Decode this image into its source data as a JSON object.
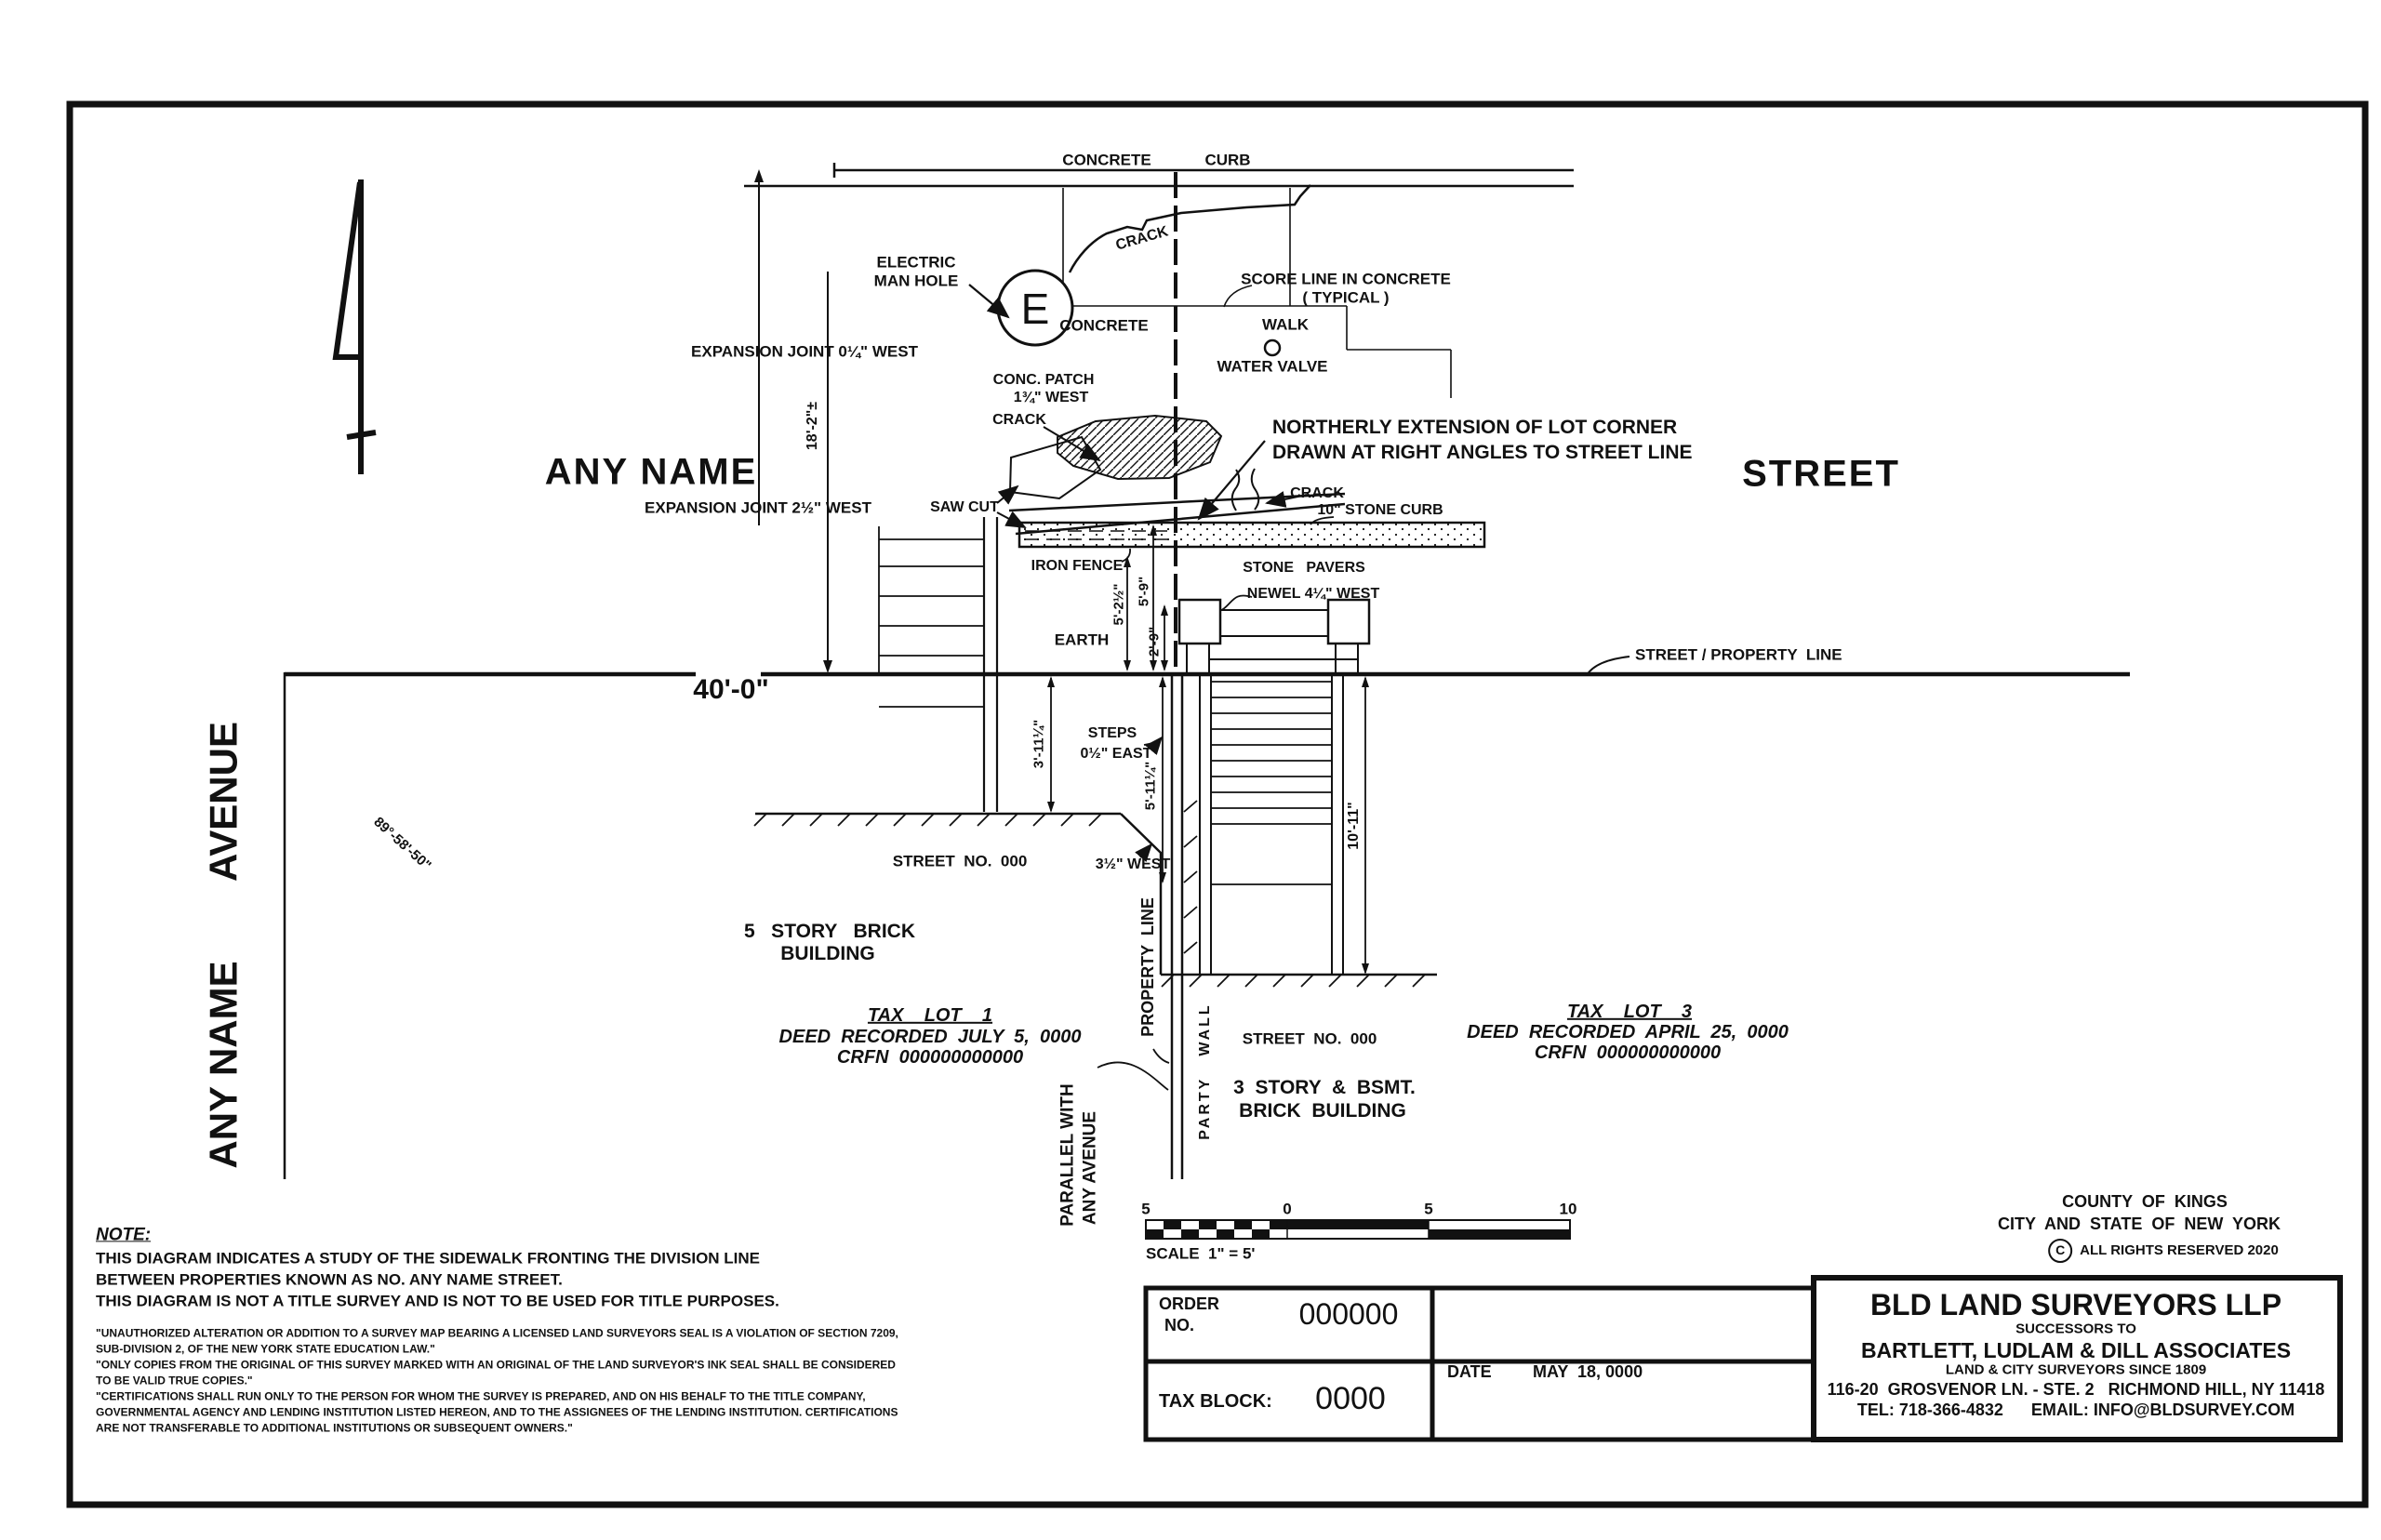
{
  "drawing": {
    "top": {
      "concrete": "CONCRETE",
      "curb": "CURB",
      "electric1": "ELECTRIC",
      "electric2": "MAN HOLE",
      "manhole_e": "E",
      "crack": "CRACK",
      "score1": "SCORE LINE IN CONCRETE",
      "score2": "( TYPICAL )",
      "concrete2": "CONCRETE",
      "walk": "WALK",
      "water_valve": "WATER VALVE"
    },
    "joints": {
      "ej_a": "EXPANSION JOINT 0¼\" WEST",
      "ej_b": "EXPANSION JOINT 2½\" WEST",
      "dim_18_2": "18'-2\"±"
    },
    "center": {
      "northerly1": "NORTHERLY EXTENSION OF LOT CORNER",
      "northerly2": "DRAWN AT RIGHT ANGLES TO STREET LINE",
      "conc_patch1": "CONC. PATCH",
      "conc_patch2": "1¾\" WEST",
      "crack_patch": "CRACK",
      "saw_cut": "SAW CUT",
      "crack_curb": "CRACK",
      "stone_curb": "10\" STONE CURB",
      "iron_fence": "IRON FENCE",
      "stone_pavers": "STONE   PAVERS",
      "newel": "NEWEL 4¼\" WEST",
      "earth": "EARTH",
      "dim_5_2": "5'-2½\"",
      "dim_5_9": "5'-9\"",
      "dim_2_9": "2'-9\""
    },
    "streets": {
      "any_name": "ANY NAME",
      "street": "STREET",
      "avenue_word": "AVENUE",
      "any_name_word": "ANY NAME",
      "street_property_line": "STREET / PROPERTY  LINE",
      "dim_40": "40'-0\"",
      "angle": "89°-58'-50\""
    },
    "lots": {
      "steps1": "STEPS",
      "steps2": "0½\" EAST",
      "dim_3_11": "3'-11¼\"",
      "dim_5_11": "5'-11¼\"",
      "dim_10_11": "10'-11\"",
      "street_no_1": "STREET  NO.  000",
      "west_3half": "3½\" WEST",
      "bldg5_1": "5   STORY   BRICK",
      "bldg5_2": "BUILDING",
      "property_line_vert": "PROPERTY  LINE",
      "party_wall": "PARTY   WALL",
      "parallel1": "PARALLEL WITH",
      "parallel2": "ANY AVENUE",
      "street_no_3": "STREET  NO.  000",
      "bldg3_1": "3  STORY  &  BSMT.",
      "bldg3_2": "BRICK  BUILDING",
      "tax_lot_1": {
        "title": "TAX    LOT    1",
        "deed": "DEED  RECORDED  JULY  5,  0000",
        "crfn": "CRFN  000000000000"
      },
      "tax_lot_3": {
        "title": "TAX    LOT    3",
        "deed": "DEED  RECORDED  APRIL  25,  0000",
        "crfn": "CRFN  000000000000"
      }
    }
  },
  "scale_bar": {
    "n1": "5",
    "n2": "0",
    "n3": "5",
    "n4": "10",
    "label": "SCALE  1\" = 5'"
  },
  "legal": {
    "county1": "COUNTY  OF  KINGS",
    "county2": "CITY  AND  STATE  OF  NEW  YORK",
    "copyright_c": "C",
    "copyright": "ALL RIGHTS RESERVED 2020"
  },
  "note": {
    "title": "NOTE:",
    "line1": "THIS DIAGRAM INDICATES A STUDY OF THE SIDEWALK FRONTING THE DIVISION LINE",
    "line2": "BETWEEN PROPERTIES KNOWN AS NO. ANY NAME STREET.",
    "line3": "THIS DIAGRAM IS NOT A TITLE SURVEY AND IS NOT TO BE USED FOR TITLE PURPOSES.",
    "fine": [
      "\"UNAUTHORIZED ALTERATION OR ADDITION TO A SURVEY MAP BEARING A LICENSED LAND SURVEYORS SEAL IS A VIOLATION OF SECTION 7209,",
      "SUB-DIVISION 2, OF THE NEW YORK STATE EDUCATION LAW.\"",
      "\"ONLY COPIES FROM THE ORIGINAL OF THIS SURVEY MARKED WITH AN ORIGINAL OF THE LAND SURVEYOR'S INK SEAL SHALL BE CONSIDERED",
      "TO BE VALID TRUE COPIES.\"",
      "\"CERTIFICATIONS SHALL RUN ONLY TO THE PERSON FOR WHOM THE SURVEY IS PREPARED, AND ON HIS BEHALF TO THE TITLE COMPANY,",
      "GOVERNMENTAL AGENCY AND LENDING INSTITUTION LISTED HEREON, AND TO THE ASSIGNEES OF THE LENDING INSTITUTION. CERTIFICATIONS",
      "ARE NOT TRANSFERABLE TO ADDITIONAL INSTITUTIONS OR SUBSEQUENT OWNERS.\""
    ]
  },
  "title_block": {
    "order_label1": "ORDER",
    "order_label2": "NO.",
    "order_value": "000000",
    "tax_block_label": "TAX BLOCK:",
    "tax_block_value": "0000",
    "date_label": "DATE",
    "date_value": "MAY  18, 0000"
  },
  "company": {
    "name": "BLD LAND SURVEYORS LLP",
    "successors": "SUCCESSORS TO",
    "firm": "BARTLETT, LUDLAM & DILL ASSOCIATES",
    "since": "LAND & CITY SURVEYORS SINCE 1809",
    "address": "116-20  GROSVENOR LN. - STE. 2   RICHMOND HILL, NY 11418",
    "contact": "TEL: 718-366-4832      EMAIL: INFO@BLDSURVEY.COM"
  }
}
